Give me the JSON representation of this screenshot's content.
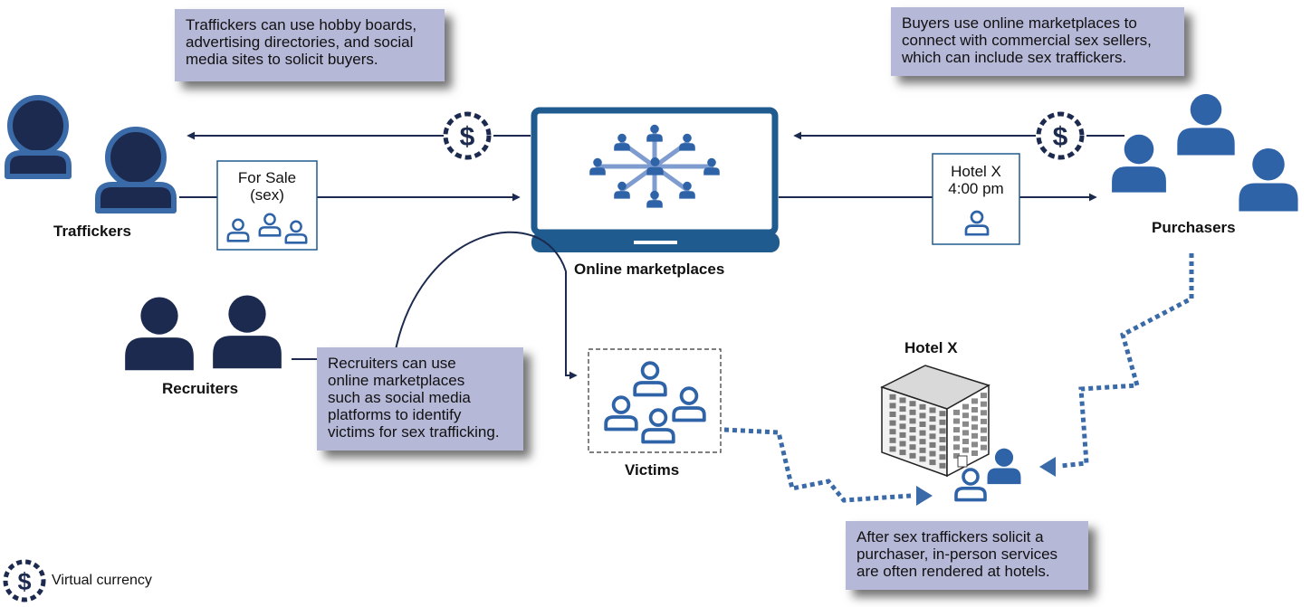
{
  "labels": {
    "traffickers": "Traffickers",
    "purchasers": "Purchasers",
    "online_marketplaces": "Online marketplaces",
    "recruiters": "Recruiters",
    "victims": "Victims",
    "hotel": "Hotel X"
  },
  "notes": {
    "traffickers": "Traffickers can use hobby boards,\nadvertising directories, and social\nmedia sites to solicit buyers.",
    "buyers": "Buyers use online marketplaces to\nconnect with commercial sex sellers,\nwhich can include sex traffickers.",
    "recruiters": "Recruiters can use\nonline marketplaces\nsuch as social media\nplatforms to identify\nvictims for sex trafficking.",
    "hotels": "After sex traffickers solicit a\npurchaser, in-person services\nare often rendered at hotels."
  },
  "boxes": {
    "for_sale": "For Sale\n(sex)",
    "hotel_time": "Hotel X\n4:00 pm"
  },
  "legend": {
    "symbol": "$",
    "text": "Virtual currency"
  },
  "currency_symbol": "$",
  "colors": {
    "navy": "#1b2a4e",
    "blue": "#2f63a8",
    "mid_blue": "#3a6aa8",
    "note_bg": "#b6b8d8"
  },
  "icons": {
    "person": "person-icon",
    "dollar": "dollar-coin-icon",
    "laptop": "laptop-icon",
    "building": "hotel-building-icon"
  }
}
